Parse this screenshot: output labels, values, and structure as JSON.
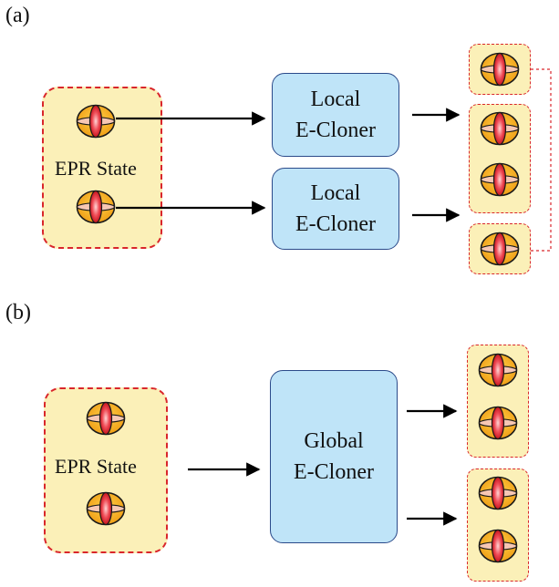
{
  "panels": [
    {
      "label": "(a)",
      "epr_label": "EPR State",
      "cloners": [
        {
          "line1": "Local",
          "line2": "E-Cloner"
        },
        {
          "line1": "Local",
          "line2": "E-Cloner"
        }
      ]
    },
    {
      "label": "(b)",
      "epr_label": "EPR State",
      "cloners": [
        {
          "line1": "Global",
          "line2": "E-Cloner"
        }
      ]
    }
  ],
  "colors": {
    "box_fill": "#fbf0b8",
    "dashed_border": "#d9262b",
    "cloner_fill": "#bfe4f8",
    "cloner_border": "#2b4a8a",
    "qubit_outer": "#f2a91e",
    "qubit_inner": "#e8323a"
  },
  "icon": "qubit-icon"
}
